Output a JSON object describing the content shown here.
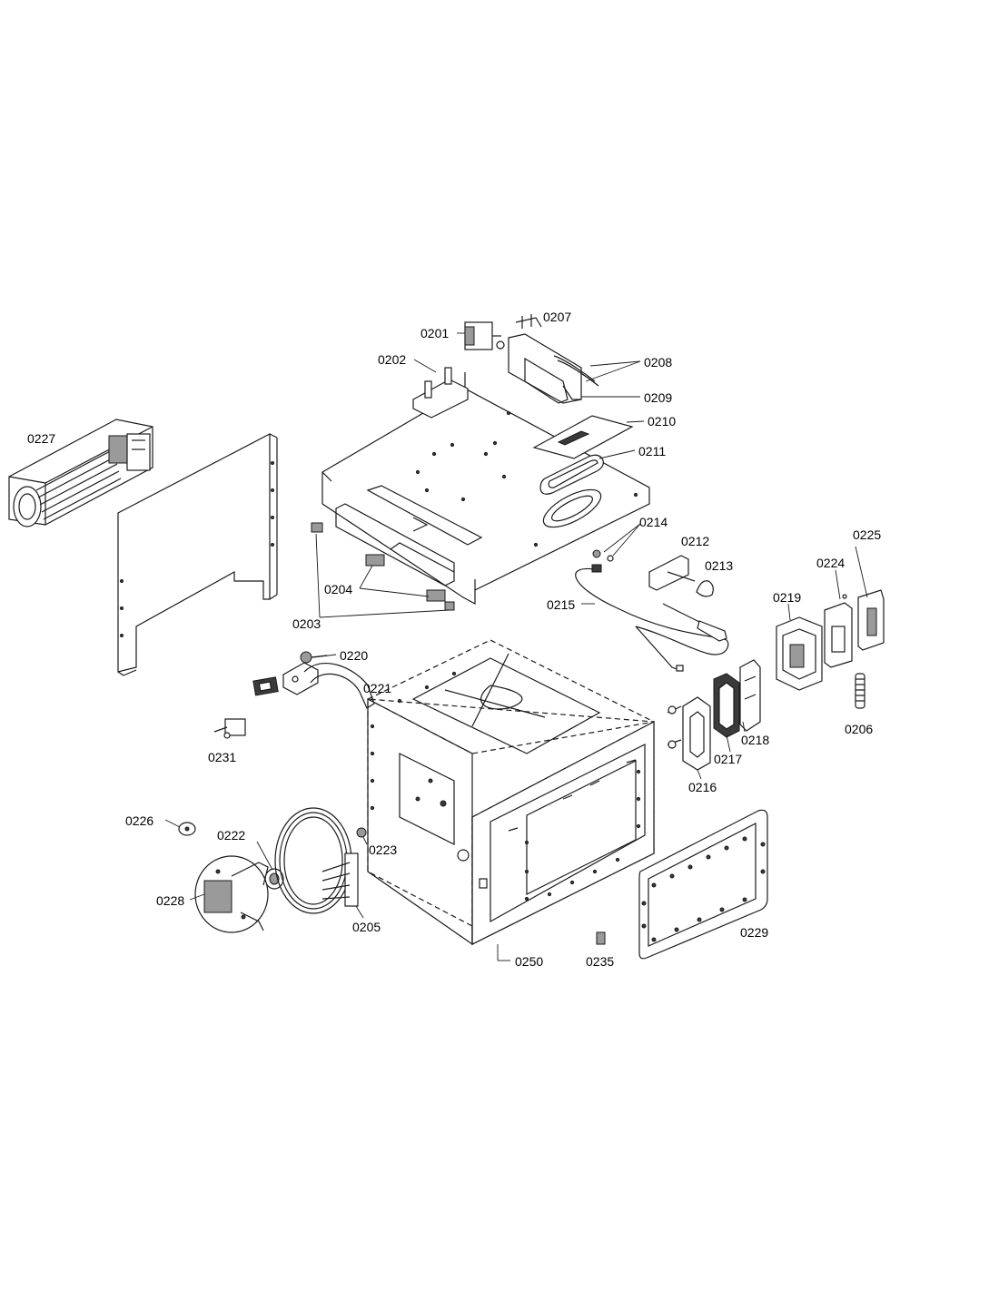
{
  "labels": {
    "p0201": "0201",
    "p0202": "0202",
    "p0203": "0203",
    "p0204": "0204",
    "p0205": "0205",
    "p0206": "0206",
    "p0207": "0207",
    "p0208": "0208",
    "p0209": "0209",
    "p0210": "0210",
    "p0211": "0211",
    "p0212": "0212",
    "p0213": "0213",
    "p0214": "0214",
    "p0215": "0215",
    "p0216": "0216",
    "p0217": "0217",
    "p0218": "0218",
    "p0219": "0219",
    "p0220": "0220",
    "p0221": "0221",
    "p0222": "0222",
    "p0223": "0223",
    "p0224": "0224",
    "p0225": "0225",
    "p0226": "0226",
    "p0227": "0227",
    "p0228": "0228",
    "p0229": "0229",
    "p0231": "0231",
    "p0235": "0235",
    "p0250": "0250"
  }
}
